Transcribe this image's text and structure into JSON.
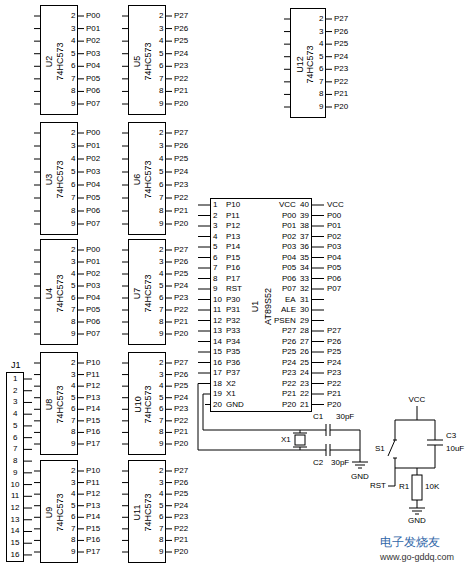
{
  "diagram": {
    "nodes": [
      {
        "text": [
          "U1",
          "AT89S52"
        ]
      },
      {
        "text": [
          "U2",
          "74HC573"
        ]
      },
      {
        "text": [
          "U3",
          "74HC573"
        ]
      },
      {
        "text": [
          "U4",
          "74HC573"
        ]
      },
      {
        "text": [
          "U5",
          "74HC573"
        ]
      },
      {
        "text": [
          "U6",
          "74HC573"
        ]
      },
      {
        "text": [
          "U7",
          "74HC573"
        ]
      },
      {
        "text": [
          "U8",
          "74HC573"
        ]
      },
      {
        "text": [
          "U9",
          "74HC573"
        ]
      },
      {
        "text": [
          "U10",
          "74HC573"
        ]
      },
      {
        "text": [
          "U11",
          "74HC573"
        ]
      },
      {
        "text": [
          "U12",
          "74HC573"
        ]
      },
      {
        "text": [
          "J1"
        ]
      }
    ],
    "labels": [
      "2",
      "3",
      "4",
      "5",
      "6",
      "7",
      "8",
      "9",
      "P00",
      "P01",
      "P02",
      "P03",
      "P04",
      "P05",
      "P06",
      "P07",
      "2",
      "3",
      "4",
      "5",
      "6",
      "7",
      "8",
      "9",
      "P00",
      "P01",
      "P02",
      "P03",
      "P04",
      "P05",
      "P06",
      "P07",
      "2",
      "3",
      "4",
      "5",
      "6",
      "7",
      "8",
      "9",
      "P00",
      "P01",
      "P02",
      "P03",
      "P04",
      "P05",
      "P06",
      "P07",
      "2",
      "3",
      "4",
      "5",
      "6",
      "7",
      "8",
      "9",
      "P27",
      "P26",
      "P25",
      "P24",
      "P23",
      "P22",
      "P21",
      "P20",
      "2",
      "3",
      "4",
      "5",
      "6",
      "7",
      "8",
      "9",
      "P27",
      "P26",
      "P25",
      "P24",
      "P23",
      "P22",
      "P21",
      "P20",
      "2",
      "3",
      "4",
      "5",
      "6",
      "7",
      "8",
      "9",
      "P27",
      "P26",
      "P25",
      "P24",
      "P23",
      "P22",
      "P21",
      "P20",
      "2",
      "3",
      "4",
      "5",
      "6",
      "7",
      "8",
      "9",
      "P10",
      "P11",
      "P12",
      "P13",
      "P14",
      "P15",
      "P16",
      "P17",
      "2",
      "3",
      "4",
      "5",
      "6",
      "7",
      "8",
      "9",
      "P10",
      "P11",
      "P12",
      "P13",
      "P14",
      "P15",
      "P16",
      "P17",
      "2",
      "3",
      "4",
      "5",
      "6",
      "7",
      "8",
      "9",
      "P27",
      "P26",
      "P25",
      "P24",
      "P23",
      "P22",
      "P21",
      "P20",
      "2",
      "3",
      "4",
      "5",
      "6",
      "7",
      "8",
      "9",
      "P27",
      "P26",
      "P25",
      "P24",
      "P23",
      "P22",
      "P21",
      "P20",
      "2",
      "3",
      "4",
      "5",
      "6",
      "7",
      "8",
      "9",
      "P27",
      "P26",
      "P25",
      "P24",
      "P23",
      "P22",
      "P21",
      "P20",
      "1",
      "2",
      "3",
      "4",
      "5",
      "6",
      "7",
      "8",
      "9",
      "10",
      "11",
      "12",
      "13",
      "14",
      "15",
      "16",
      "17",
      "18",
      "19",
      "20",
      "21",
      "22",
      "23",
      "24",
      "25",
      "26",
      "27",
      "28",
      "29",
      "30",
      "31",
      "32",
      "33",
      "34",
      "35",
      "36",
      "37",
      "38",
      "39",
      "40",
      "P10",
      "P11",
      "P12",
      "P13",
      "P14",
      "P15",
      "P16",
      "P17",
      "RST",
      "P30",
      "P31",
      "P32",
      "P33",
      "P34",
      "P35",
      "P36",
      "P37",
      "X2",
      "X1",
      "GND",
      "P20",
      "P21",
      "P22",
      "P23",
      "P24",
      "P25",
      "P26",
      "P27",
      "PSEN",
      "ALE",
      "EA",
      "P07",
      "P06",
      "P05",
      "P04",
      "P03",
      "P02",
      "P01",
      "P00",
      "VCC",
      "VCC",
      "P00",
      "P01",
      "P02",
      "P03",
      "P04",
      "P05",
      "P06",
      "P07",
      "P27",
      "P26",
      "P25",
      "P24",
      "P23",
      "P22",
      "P21",
      "P20",
      "1",
      "2",
      "3",
      "4",
      "5",
      "6",
      "7",
      "8",
      "9",
      "10",
      "11",
      "12",
      "13",
      "14",
      "15",
      "16",
      "X1",
      "C1",
      "30pF",
      "C2",
      "30pF",
      "GND",
      "VCC",
      "S1",
      "C3",
      "10uF",
      "R1",
      "10K",
      "GND",
      "RST",
      "电子发烧友",
      "www.go-gddq.com"
    ]
  }
}
